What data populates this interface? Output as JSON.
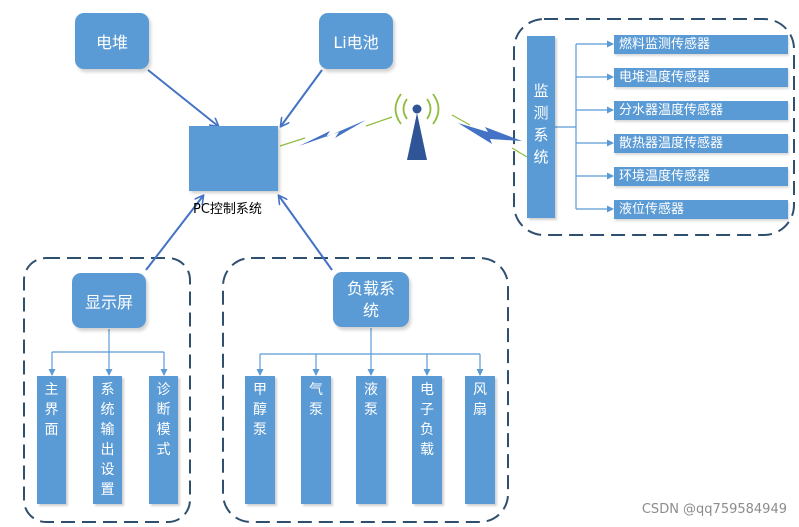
{
  "top_sources": [
    "电堆",
    "Li电池"
  ],
  "pc": {
    "label": "PC控制系统"
  },
  "monitor": {
    "title_chars": "监测系统",
    "sensors": [
      "燃料监测传感器",
      "电堆温度传感器",
      "分水器温度传感器",
      "散热器温度传感器",
      "环境温度传感器",
      "液位传感器"
    ]
  },
  "display": {
    "title": "显示屏",
    "children": [
      "主界面",
      "系统输出设置",
      "诊断模式"
    ]
  },
  "load": {
    "title": "负载系统",
    "children": [
      "甲醇泵",
      "气泵",
      "液泵",
      "电子负载",
      "风扇"
    ]
  },
  "watermark": "CSDN @qq759584949",
  "colors": {
    "box": "#5b9bd5",
    "arrow": "#4472c4",
    "dash": "#2f4f6f",
    "antenna": "#8fbc3f"
  }
}
